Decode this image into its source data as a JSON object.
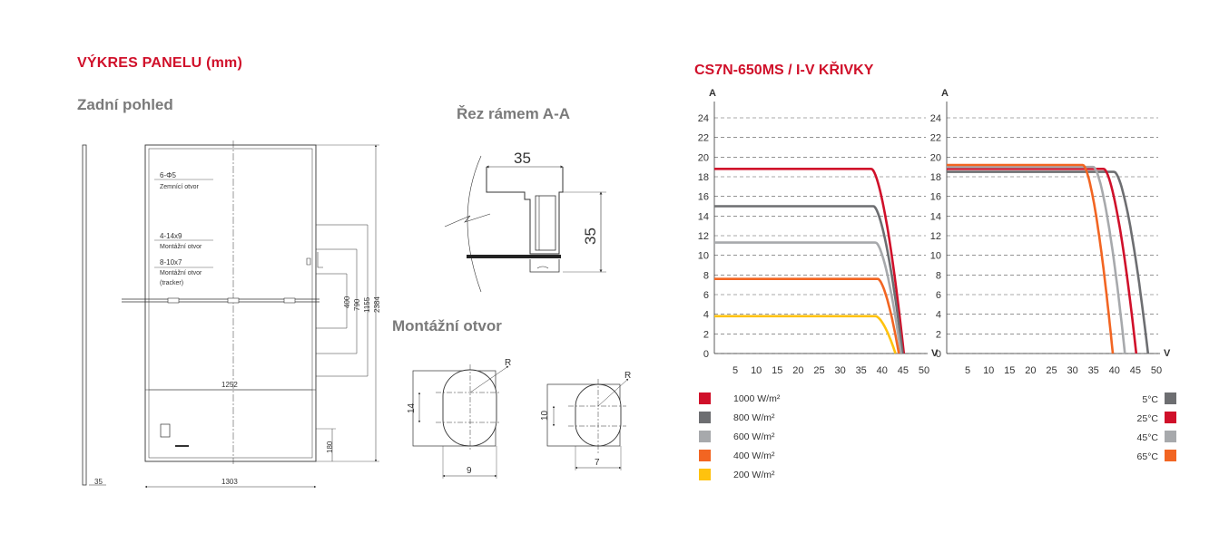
{
  "left_panel": {
    "title_main": "VÝKRES PANELU",
    "title_unit": "(mm)",
    "back_view_label": "Zadní pohled",
    "frame_section_label": "Řez rámem A-A",
    "mounting_hole_label": "Montážní otvor",
    "panel_annotations": {
      "ground_hole_spec": "6-Φ5",
      "ground_hole_name": "Zemnící otvor",
      "mount_hole_spec": "4-14x9",
      "mount_hole_name": "Montážní otvor",
      "tracker_hole_spec": "8-10x7",
      "tracker_hole_name": "Montážní otvor",
      "tracker_note": "(tracker)"
    },
    "panel_dimensions": {
      "side_thickness": "35",
      "inner_width": "1252",
      "outer_width": "1303",
      "dim_400": "400",
      "dim_790": "790",
      "dim_1155": "1155",
      "height": "2384",
      "bottom_offset": "180"
    },
    "frame_section_dims": {
      "width": "35",
      "height": "35"
    },
    "hole_dims": {
      "hole1_height": "14",
      "hole1_width": "9",
      "hole1_radius": "R",
      "hole2_height": "10",
      "hole2_width": "7",
      "hole2_radius": "R"
    }
  },
  "right_panel": {
    "title": "CS7N-650MS / I-V KŘIVKY"
  },
  "chart_data": [
    {
      "type": "line",
      "title": "CS7N-650MS / I-V KŘIVKY",
      "xlabel": "V",
      "ylabel": "A",
      "xlim": [
        0,
        50
      ],
      "ylim": [
        0,
        24
      ],
      "x_ticks": [
        "5",
        "10",
        "15",
        "20",
        "25",
        "30",
        "35",
        "40",
        "45",
        "50"
      ],
      "y_ticks": [
        "0",
        "2",
        "4",
        "6",
        "8",
        "10",
        "12",
        "14",
        "16",
        "18",
        "20",
        "22",
        "24"
      ],
      "grid": "horizontal-dashed",
      "legend_placement": "bottom-left",
      "series": [
        {
          "name": "1000 W/m²",
          "color": "#d0102a",
          "isc": 18.8,
          "knee_v": 37.5,
          "voc": 45.2
        },
        {
          "name": "800 W/m²",
          "color": "#6d6e71",
          "isc": 15.0,
          "knee_v": 38.0,
          "voc": 44.9
        },
        {
          "name": "600 W/m²",
          "color": "#a7a9ac",
          "isc": 11.3,
          "knee_v": 38.5,
          "voc": 44.5
        },
        {
          "name": "400 W/m²",
          "color": "#f26522",
          "isc": 7.6,
          "knee_v": 39.0,
          "voc": 44.0
        },
        {
          "name": "200 W/m²",
          "color": "#ffc20e",
          "isc": 3.8,
          "knee_v": 38.5,
          "voc": 43.2
        }
      ]
    },
    {
      "type": "line",
      "xlabel": "V",
      "ylabel": "A",
      "xlim": [
        0,
        50
      ],
      "ylim": [
        0,
        24
      ],
      "x_ticks": [
        "5",
        "10",
        "15",
        "20",
        "25",
        "30",
        "35",
        "40",
        "45",
        "50"
      ],
      "y_ticks": [
        "0",
        "2",
        "4",
        "6",
        "8",
        "10",
        "12",
        "14",
        "16",
        "18",
        "20",
        "22",
        "24"
      ],
      "grid": "horizontal-dashed",
      "legend_placement": "bottom-right",
      "series": [
        {
          "name": "5°C",
          "color": "#6d6e71",
          "isc": 18.5,
          "knee_v": 40.0,
          "voc": 48.0
        },
        {
          "name": "25°C",
          "color": "#d0102a",
          "isc": 18.8,
          "knee_v": 37.5,
          "voc": 45.2
        },
        {
          "name": "45°C",
          "color": "#a7a9ac",
          "isc": 19.0,
          "knee_v": 35.0,
          "voc": 42.5
        },
        {
          "name": "65°C",
          "color": "#f26522",
          "isc": 19.2,
          "knee_v": 32.5,
          "voc": 39.6
        }
      ]
    }
  ]
}
